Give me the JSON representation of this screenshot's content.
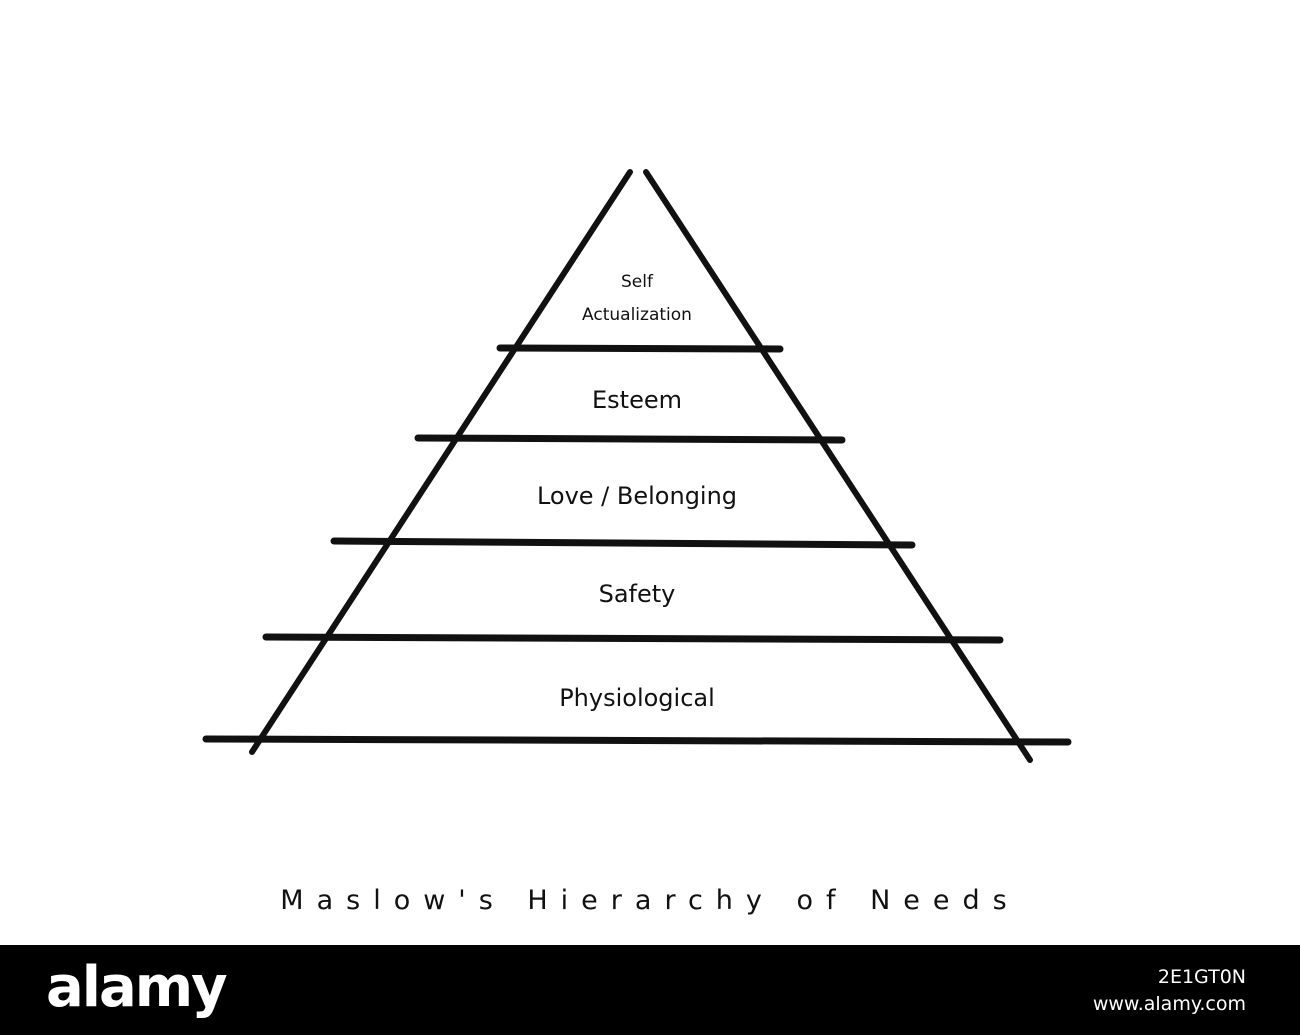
{
  "diagram": {
    "title": "Maslow's Hierarchy of Needs",
    "levels": [
      {
        "lines": [
          "Self",
          "Actualization"
        ]
      },
      {
        "lines": [
          "Esteem"
        ]
      },
      {
        "lines": [
          "Love / Belonging"
        ]
      },
      {
        "lines": [
          "Safety"
        ]
      },
      {
        "lines": [
          "Physiological"
        ]
      }
    ]
  },
  "watermark": {
    "logo": "alamy",
    "image_id": "2E1GT0N",
    "site": "www.alamy.com"
  },
  "colors": {
    "ink": "#111111",
    "background": "#ffffff",
    "watermark_bar": "#000000"
  }
}
